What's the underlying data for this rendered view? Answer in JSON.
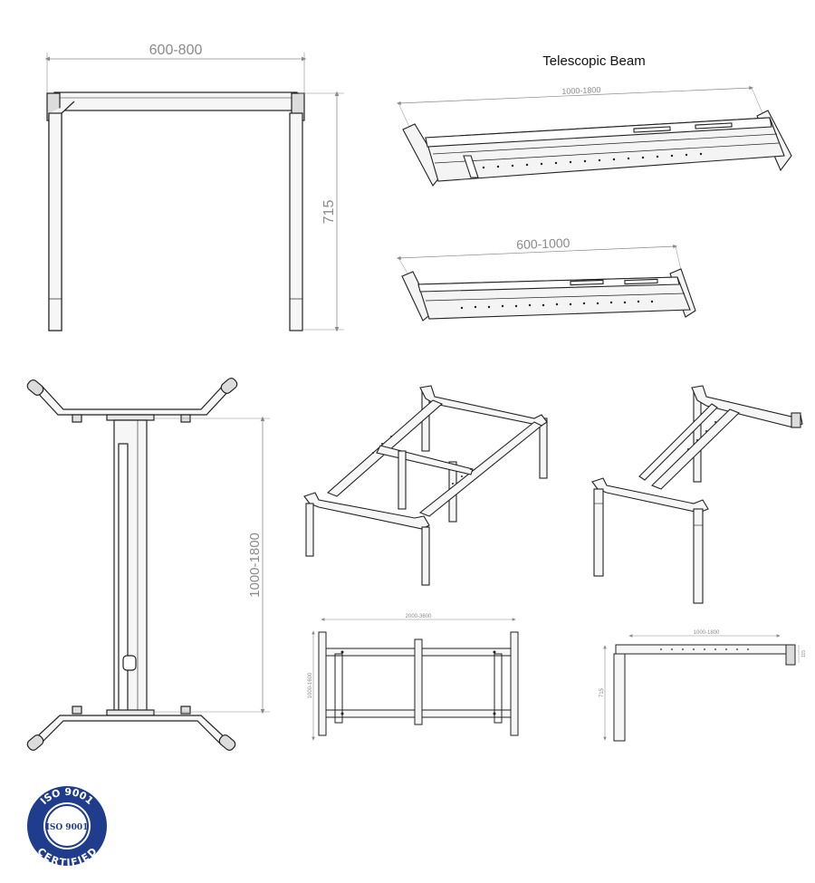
{
  "front_view": {
    "width_dim": "600-800",
    "height_dim": "715"
  },
  "beam_section": {
    "title": "Telescopic Beam",
    "long_beam_dim": "1000-1800",
    "short_beam_dim": "600-1000"
  },
  "side_view": {
    "height_dim": "1000-1800"
  },
  "top_view": {
    "width_dim": "2000-3600",
    "depth_dim": "1000-1600"
  },
  "small_side_view": {
    "beam_dim": "1000-1800",
    "height_dim": "715",
    "tab_dim": "115"
  },
  "certification": {
    "outer_text": "ISO 9001",
    "inner_text": "ISO 9001",
    "bottom_text": "CERTIFIED",
    "ring_color": "#1f3d8c"
  },
  "colors": {
    "line": "#222222",
    "dimension": "#8a8a8a",
    "frame_fill": "#f4f4f4"
  }
}
